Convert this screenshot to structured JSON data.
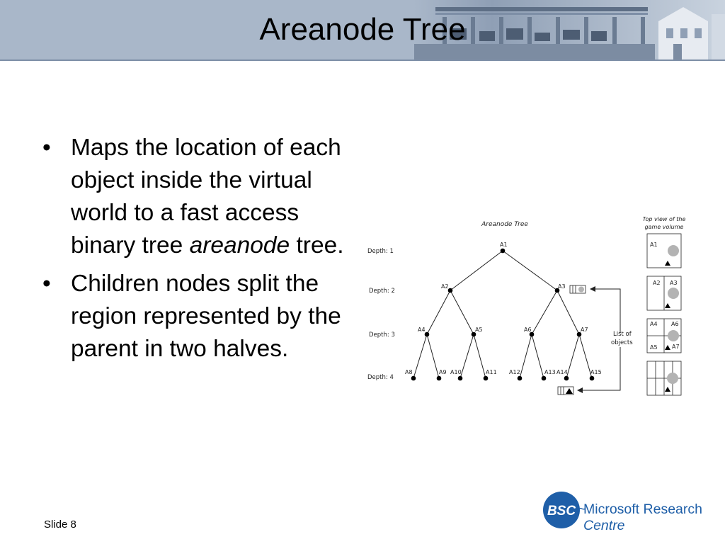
{
  "slide": {
    "title": "Areanode Tree",
    "bullets": [
      {
        "pre": "Maps the location of each object inside the virtual world to a fast access binary tree ",
        "em": "areanode",
        "post": " tree."
      },
      {
        "pre": "Children nodes split the region represented by the parent in two halves.",
        "em": "",
        "post": ""
      }
    ],
    "footer": "Slide 8"
  },
  "diagram": {
    "title": "Areanode Tree",
    "depth_labels": [
      "Depth: 1",
      "Depth: 2",
      "Depth: 3",
      "Depth: 4"
    ],
    "node_labels": [
      "A1",
      "A2",
      "A3",
      "A4",
      "A5",
      "A6",
      "A7",
      "A8",
      "A9",
      "A10",
      "A11",
      "A12",
      "A13",
      "A14",
      "A15"
    ],
    "list_label_1": "List of",
    "list_label_2": "objects",
    "top_view_1": "Top view of the",
    "top_view_2": "game volume",
    "box_labels": {
      "b1": "A1",
      "b2_left": "A2",
      "b2_right": "A3",
      "b3_tl": "A4",
      "b3_tr": "A6",
      "b3_bl": "A5",
      "b3_br": "A7"
    }
  },
  "logo": {
    "badge": "BSC",
    "line1": "Microsoft Research",
    "line2": "Centre",
    "brand_color": "#1f5fa8"
  },
  "colors": {
    "header_bg": "#a9b7c9",
    "node": "#000000",
    "object_circle": "#b3b3b3"
  }
}
